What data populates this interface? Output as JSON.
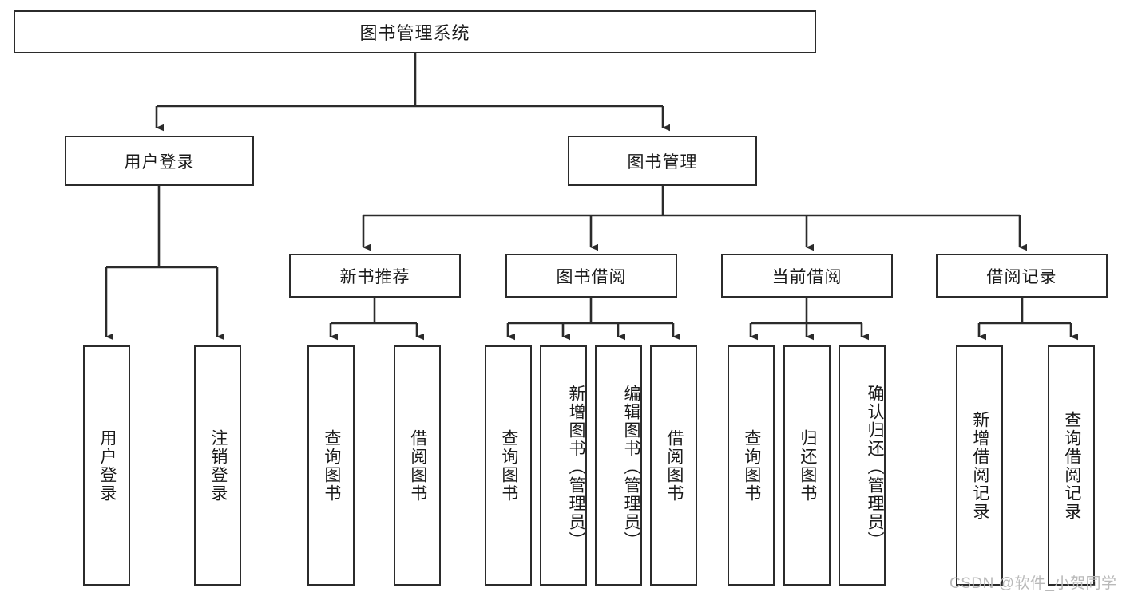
{
  "diagram": {
    "type": "tree-hierarchy",
    "title": "图书管理系统",
    "watermark": "CSDN @软件_小贺同学",
    "colors": {
      "stroke": "#2b2b2b",
      "box_fill": "#ffffff",
      "text": "#1a1a1a",
      "background": "#ffffff",
      "watermark": "#b9b9b9"
    },
    "levels": 4,
    "root": {
      "label": "图书管理系统"
    },
    "level2": [
      {
        "label": "用户登录"
      },
      {
        "label": "图书管理"
      }
    ],
    "level3": [
      {
        "label": "新书推荐"
      },
      {
        "label": "图书借阅"
      },
      {
        "label": "当前借阅"
      },
      {
        "label": "借阅记录"
      }
    ],
    "leaves_user_login": [
      {
        "label": "用户登录"
      },
      {
        "label": "注销登录"
      }
    ],
    "leaves_new_book": [
      {
        "label": "查询图书"
      },
      {
        "label": "借阅图书"
      }
    ],
    "leaves_borrow": [
      {
        "label": "查询图书"
      },
      {
        "label": "新增图书（管理员）"
      },
      {
        "label": "编辑图书（管理员）"
      },
      {
        "label": "借阅图书"
      }
    ],
    "leaves_current": [
      {
        "label": "查询图书"
      },
      {
        "label": "归还图书"
      },
      {
        "label": "确认归还（管理员）"
      }
    ],
    "leaves_record": [
      {
        "label": "新增借阅记录"
      },
      {
        "label": "查询借阅记录"
      }
    ]
  }
}
